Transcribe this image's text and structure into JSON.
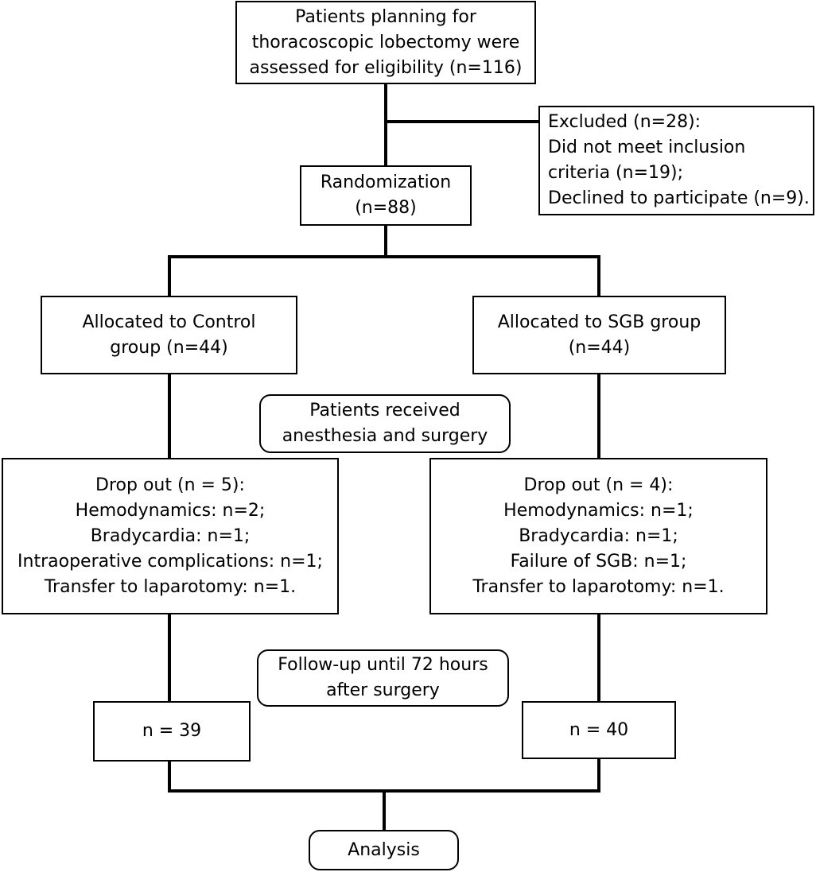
{
  "eligibility": {
    "lines": [
      "Patients planning for",
      "thoracoscopic lobectomy were",
      "assessed for eligibility (n=116)"
    ]
  },
  "excluded": {
    "lines": [
      "Excluded (n=28):",
      "Did not meet inclusion",
      "criteria (n=19);",
      "Declined to participate (n=9)."
    ]
  },
  "randomization": {
    "lines": [
      "Randomization",
      "(n=88)"
    ]
  },
  "control_allocation": {
    "lines": [
      "Allocated to Control",
      "group (n=44)"
    ]
  },
  "sgb_allocation": {
    "lines": [
      "Allocated to SGB group",
      "(n=44)"
    ]
  },
  "surgery_note": {
    "lines": [
      "Patients received",
      "anesthesia and surgery"
    ]
  },
  "control_dropout": {
    "lines": [
      "Drop out (n = 5):",
      "Hemodynamics: n=2;",
      "Bradycardia: n=1;",
      "Intraoperative complications: n=1;",
      "Transfer to laparotomy: n=1."
    ]
  },
  "sgb_dropout": {
    "lines": [
      "Drop out (n = 4):",
      "Hemodynamics: n=1;",
      "Bradycardia: n=1;",
      "Failure of SGB: n=1;",
      "Transfer to laparotomy: n=1."
    ]
  },
  "followup_note": {
    "lines": [
      "Follow-up until 72 hours",
      "after surgery"
    ]
  },
  "control_final": {
    "label": "n = 39"
  },
  "sgb_final": {
    "label": "n = 40"
  },
  "analysis": {
    "label": "Analysis"
  }
}
